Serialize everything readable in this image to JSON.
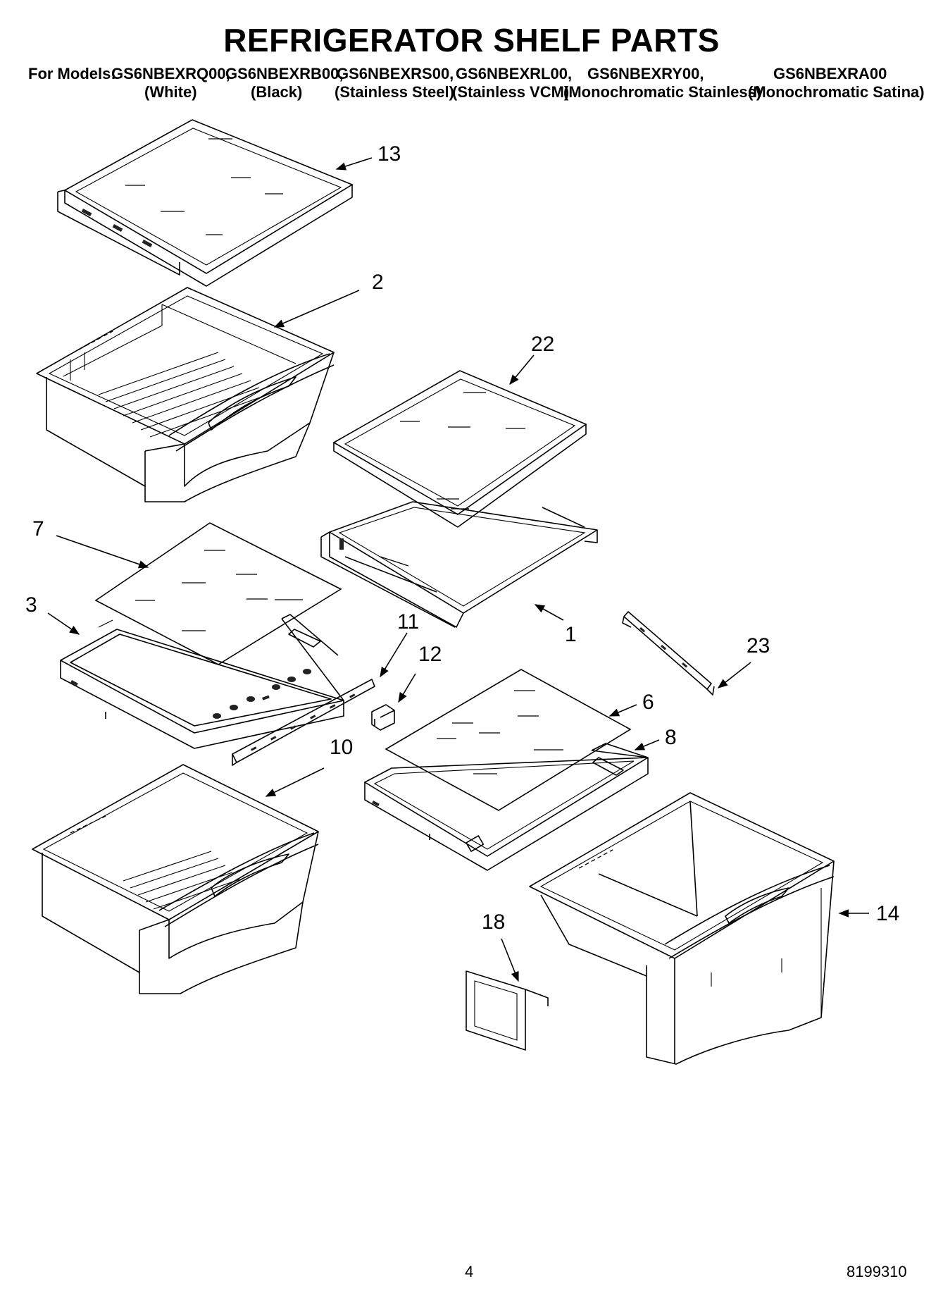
{
  "title": "REFRIGERATOR SHELF PARTS",
  "models_prefix": "For Models:",
  "models": [
    {
      "model": "GS6NBEXRQ00,",
      "finish": "(White)"
    },
    {
      "model": "GS6NBEXRB00,",
      "finish": "(Black)"
    },
    {
      "model": "GS6NBEXRS00,",
      "finish": "(Stainless Steel)"
    },
    {
      "model": "GS6NBEXRL00,",
      "finish": "(Stainless VCM)"
    },
    {
      "model": "GS6NBEXRY00,",
      "finish": "(Monochromatic Stainless)"
    },
    {
      "model": "GS6NBEXRA00",
      "finish": "(Monochromatic Satina)"
    }
  ],
  "callouts": {
    "c13": "13",
    "c2": "2",
    "c22": "22",
    "c7": "7",
    "c1": "1",
    "c3": "3",
    "c11": "11",
    "c12": "12",
    "c23": "23",
    "c6": "6",
    "c8": "8",
    "c10": "10",
    "c14": "14",
    "c18": "18"
  },
  "footer": {
    "page": "4",
    "doc_number": "8199310"
  }
}
